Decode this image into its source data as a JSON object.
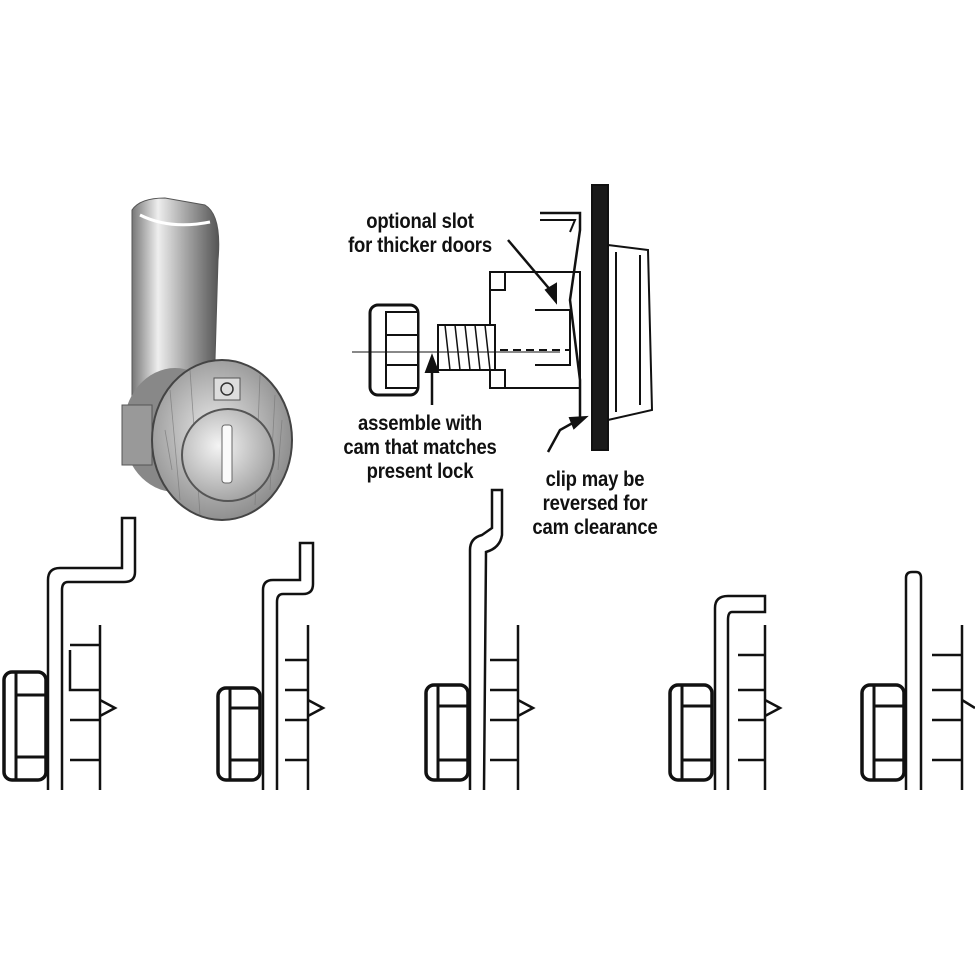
{
  "labels": {
    "optional_slot": [
      "optional slot",
      "for thicker doors"
    ],
    "assemble": [
      "assemble with",
      "cam that matches",
      "present lock"
    ],
    "clip": [
      "clip may be",
      "reversed for",
      "cam clearance"
    ]
  },
  "colors": {
    "ink": "#111111",
    "chrome": "#c9c9c9",
    "door": "#1a1a1a"
  },
  "cam_variants": [
    "offset-up",
    "small-offset",
    "straight-bent-top",
    "hook",
    "straight"
  ]
}
